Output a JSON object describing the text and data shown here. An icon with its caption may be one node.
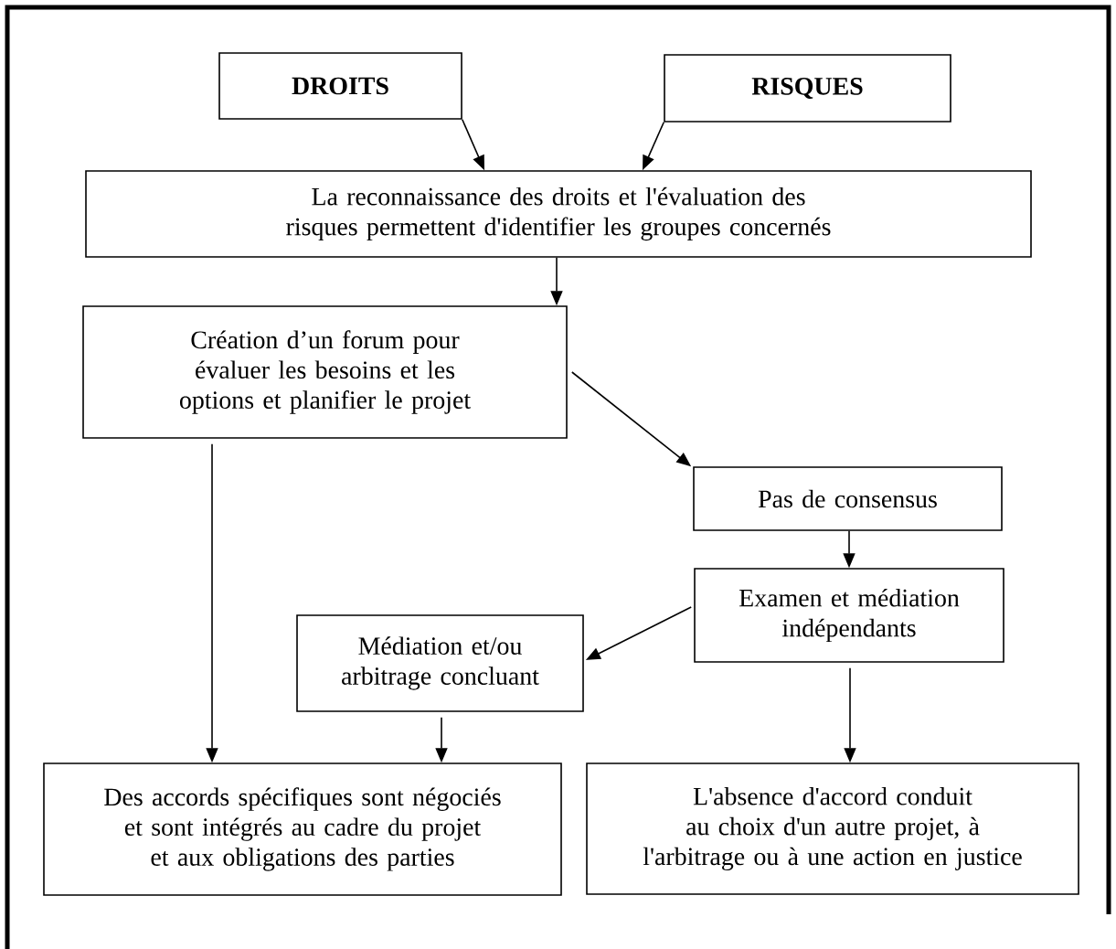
{
  "diagram": {
    "nodes": [
      {
        "text": [
          "**DROITS**"
        ]
      },
      {
        "text": [
          "**RISQUES**"
        ]
      },
      {
        "text": [
          "La reconnaissance des droits et l'évaluation des risques permettent d'identifier les groupes concernés"
        ]
      },
      {
        "text": [
          "Création d’un forum pour évaluer les besoins et les options et planifier le projet"
        ]
      },
      {
        "text": [
          "Pas de consensus"
        ]
      },
      {
        "text": [
          "Examen et médiation indépendants"
        ]
      },
      {
        "text": [
          "Médiation et/ou arbitrage concluant"
        ]
      },
      {
        "text": [
          "Des accords spécifiques sont négociés et sont intégrés au cadre du projet et aux obligations des parties"
        ]
      },
      {
        "text": [
          "L'absence d'accord conduit au choix d'un autre projet, à l'arbitrage ou à une action en justice"
        ]
      }
    ],
    "edges": [
      {
        "from": 0,
        "to": 2,
        "arrow": "to"
      },
      {
        "from": 1,
        "to": 2,
        "arrow": "to"
      },
      {
        "from": 2,
        "to": 3,
        "arrow": "to"
      },
      {
        "from": 3,
        "to": 4,
        "arrow": "to"
      },
      {
        "from": 4,
        "to": 5,
        "arrow": "to"
      },
      {
        "from": 5,
        "to": 6,
        "arrow": "to"
      },
      {
        "from": 3,
        "to": 7,
        "arrow": "to"
      },
      {
        "from": 6,
        "to": 7,
        "arrow": "to"
      },
      {
        "from": 5,
        "to": 8,
        "arrow": "to"
      }
    ]
  }
}
